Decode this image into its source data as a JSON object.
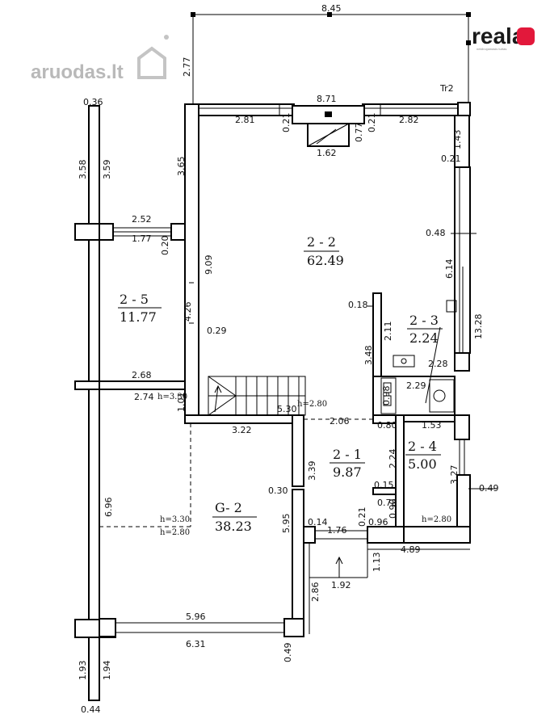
{
  "watermark": {
    "left": "aruodas.lt",
    "right": "reala",
    "right_sub": "nekilnojamasis turtas"
  },
  "label_tr2": "Tr2",
  "rooms": {
    "r22": {
      "id": "2 - 2",
      "area": "62.49"
    },
    "r25": {
      "id": "2 - 5",
      "area": "11.77"
    },
    "r23": {
      "id": "2 - 3",
      "area": "2.24"
    },
    "r21": {
      "id": "2 - 1",
      "area": "9.87"
    },
    "r24": {
      "id": "2 - 4",
      "area": "5.00"
    },
    "g2": {
      "id": "G- 2",
      "area": "38.23"
    }
  },
  "notes": {
    "h330_top": "h=3.30",
    "h280_stair": "h=2.80",
    "h330_g2": "h=3.30",
    "h280_g2": "h=2.80",
    "h280_r24": "h=2.80"
  },
  "dims": {
    "d845": "8.45",
    "d277": "2.77",
    "d871": "8.71",
    "d281": "2.81",
    "d021a": "0.21",
    "d162": "1.62",
    "d077": "0.77",
    "d021b": "0.21",
    "d282": "2.82",
    "d143": "1.43",
    "d021c": "0.21",
    "d036": "0.36",
    "d358": "3.58",
    "d359": "3.59",
    "d365": "3.65",
    "d252": "2.52",
    "d177": "1.77",
    "d020": "0.20",
    "d909": "9.09",
    "d048": "0.48",
    "d614": "6.14",
    "d1328": "13.28",
    "d018": "0.18",
    "d211": "2.11",
    "d228": "2.28",
    "d426": "4.26",
    "d029": "0.29",
    "d348": "3.48",
    "d229": "2.29",
    "d098": "0.98",
    "d268": "2.68",
    "d274": "2.74",
    "d101": "1.01",
    "d530": "5.30",
    "d206": "2.06",
    "d080": "0.80",
    "d153": "1.53",
    "d322": "3.22",
    "d224": "2.24",
    "d327": "3.27",
    "d339": "3.39",
    "d030": "0.30",
    "d015": "0.15",
    "d078": "0.78",
    "d049a": "0.49",
    "d696": "6.96",
    "d595": "5.95",
    "d090": "0.90",
    "d014": "0.14",
    "d021d": "0.21",
    "d176": "1.76",
    "d096": "0.96",
    "d489": "4.89",
    "d113": "1.13",
    "d192": "1.92",
    "d286": "2.86",
    "d596": "5.96",
    "d631": "6.31",
    "d049b": "0.49",
    "d193": "1.93",
    "d194": "1.94",
    "d044": "0.44"
  }
}
